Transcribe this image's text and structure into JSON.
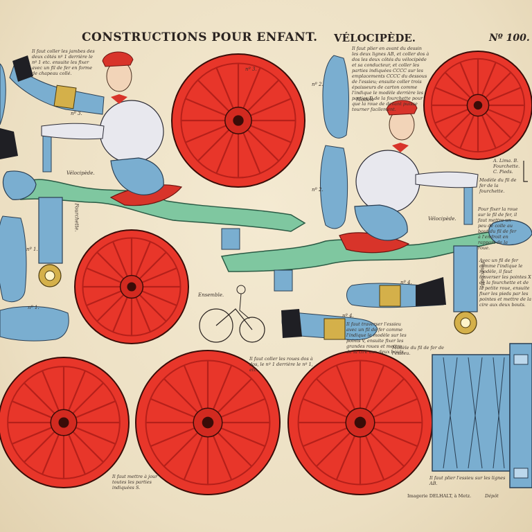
{
  "header": {
    "title": "CONSTRUCTIONS POUR ENFANT.",
    "subtitle": "VÉLOCIPÈDE.",
    "number": "Nº 100."
  },
  "labels": {
    "velocipede_left": "Vélocipède.",
    "velocipede_right": "Vélocipède.",
    "ensemble": "Ensemble.",
    "modele": "Modèle",
    "n1_left": "nº 1.",
    "n1_bottom": "nº 1.",
    "n2_top": "nº 2.",
    "n2_mid": "nº 2.",
    "n3_left": "nº 3.",
    "n3_right": "nº 3.",
    "n4_right": "nº 4.",
    "n4_bottom": "nº 4.",
    "fourchette_left": "Fourchette.",
    "fourchette_right": "Fourchette."
  },
  "notes": {
    "top_left": "Il faut coller les jambes des deux côtés nº 1 derrière le nº 1 etc. ensuite les fixer avec un fil de fer en forme de chapeau collé.",
    "top_right": "Il faut plier en avant du dessin les deux lignes AB, et coller dos à dos les deux côtés du vélocipède et sa conducteur, et coller les parties indiquées CCCC sur les emplacements CCCC du dessous de l'essieu; ensuite coller trois épaisseurs de carton comme l'indique le modèle derrière les parties D de la fourchette pour que la roue de devant puisse tourner facilement.",
    "right_roue": "Pour fixer la roue sur le fil de fer, il faut mettre un peu de colle au bout du fil de fer à l'endroit en rapport de la roue.",
    "right_fil": "Avec un fil de fer comme l'indique le modèle, il faut traverser les pointes X de la fourchette et de la petite roue, ensuite fixer les pieds par les pointes et mettre de la cire aux deux bouts.",
    "mid_traverser": "Il faut traverser l'essieu avec un fil de fer comme l'indique le modèle sur les points V, ensuite fixer les grandes roues et mettre de la cire aux deux bouts.",
    "mid_coller": "Il faut coller les roues dos à dos, le nº 1 derrière le nº 1, etc.",
    "bottom_mettre": "Il faut mettre à jour toutes les parties indiquées S.",
    "bottom_plier": "Il faut plier l'essieu sur les lignes AB.",
    "modele_fil": "Modèle du fil de fer de l'essieu.",
    "fourchette_fil": "Modèle du fil de fer de la fourchette.",
    "legend_small": "A. Lima. B. Fourchette. C. Pieds."
  },
  "footer": {
    "imprint": "Imagerie DELHALT, à Metz.",
    "depot": "Dépôt"
  },
  "colors": {
    "paper": "#efe3c8",
    "wheel_red": "#e8362a",
    "wheel_dark": "#b5201a",
    "frame_green": "#7fc7a0",
    "steel_blue": "#7aaed0",
    "saddle_red": "#d8342a",
    "gold": "#d4b04a",
    "ink": "#2a2320"
  }
}
